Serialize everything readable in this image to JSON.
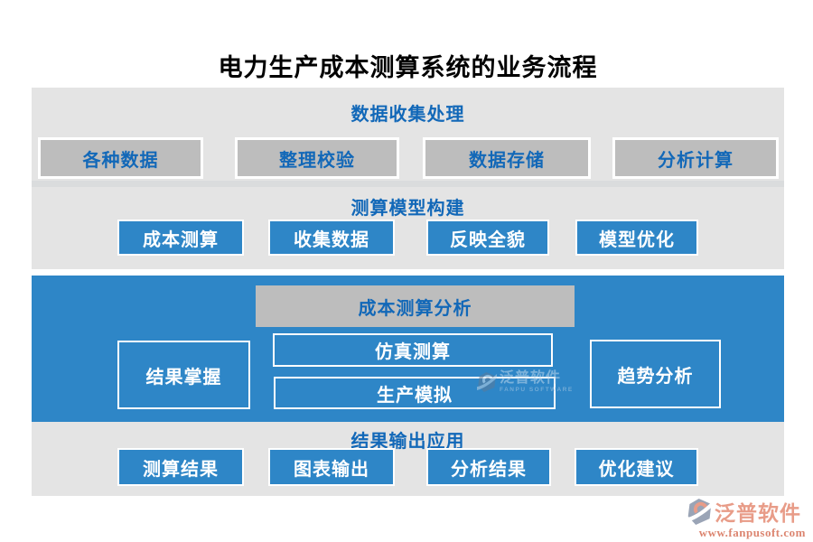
{
  "title": "电力生产成本测算系统的业务流程",
  "colors": {
    "accent_blue": "#2e86c7",
    "band_gray": "#e4e4e4",
    "box_gray": "#bdbdbd",
    "text_blue": "#1268b8",
    "logo_salmon": "#e89c88",
    "logo_url_color": "#dc8570"
  },
  "bands": [
    {
      "header": "数据收集处理",
      "boxes": [
        "各种数据",
        "整理校验",
        "数据存储",
        "分析计算"
      ]
    },
    {
      "header": "测算模型构建",
      "boxes": [
        "成本测算",
        "收集数据",
        "反映全貌",
        "模型优化"
      ]
    },
    {
      "header": "成本测算分析",
      "boxes": [
        "结果掌握",
        "仿真测算",
        "生产模拟",
        "趋势分析"
      ]
    },
    {
      "header": "结果输出应用",
      "boxes": [
        "测算结果",
        "图表输出",
        "分析结果",
        "优化建议"
      ]
    }
  ],
  "watermark": {
    "brand": "泛普软件",
    "subtext": "FANPU SOFTWARE"
  },
  "footer": {
    "brand": "泛普软件",
    "url": "www.fanpusoft.com"
  }
}
